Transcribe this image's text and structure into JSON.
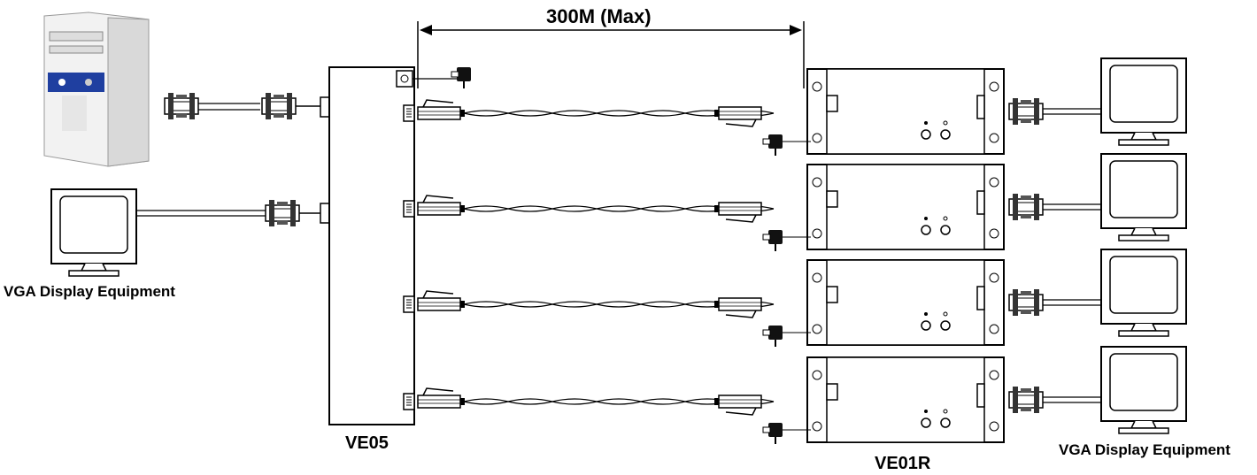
{
  "labels": {
    "distance": "300M (Max)",
    "local_display": "VGA Display Equipment",
    "transmitter": "VE05",
    "receiver": "VE01R",
    "remote_displays": "VGA Display Equipment"
  },
  "counts": {
    "receivers": 4
  },
  "colors": {
    "line": "#000000",
    "background": "#ffffff",
    "pc_panel": "#1f3fa0"
  }
}
